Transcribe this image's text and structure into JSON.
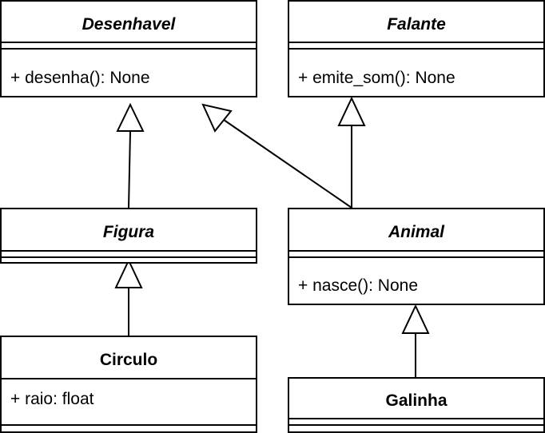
{
  "classes": {
    "desenhavel": {
      "name": "Desenhavel",
      "abstract": true,
      "members": [
        "+ desenha(): None"
      ]
    },
    "falante": {
      "name": "Falante",
      "abstract": true,
      "members": [
        "+ emite_som(): None"
      ]
    },
    "figura": {
      "name": "Figura",
      "abstract": true,
      "members": []
    },
    "animal": {
      "name": "Animal",
      "abstract": true,
      "members": [
        "+ nasce(): None"
      ]
    },
    "circulo": {
      "name": "Circulo",
      "abstract": false,
      "members": [
        "+ raio: float"
      ]
    },
    "galinha": {
      "name": "Galinha",
      "abstract": false,
      "members": []
    }
  },
  "relations": [
    {
      "type": "inheritance",
      "from": "Figura",
      "to": "Desenhavel"
    },
    {
      "type": "inheritance",
      "from": "Animal",
      "to": "Desenhavel"
    },
    {
      "type": "inheritance",
      "from": "Animal",
      "to": "Falante"
    },
    {
      "type": "inheritance",
      "from": "Circulo",
      "to": "Figura"
    },
    {
      "type": "inheritance",
      "from": "Galinha",
      "to": "Animal"
    }
  ]
}
